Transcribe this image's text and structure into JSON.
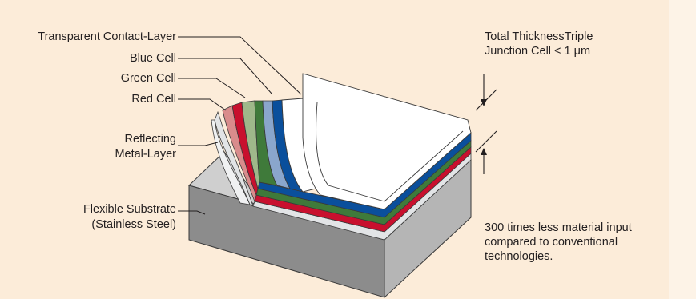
{
  "labels": {
    "transparent_contact": "Transparent Contact-Layer",
    "blue_cell": "Blue Cell",
    "green_cell": "Green Cell",
    "red_cell": "Red Cell",
    "reflecting_line1": "Reflecting",
    "reflecting_line2": "Metal-Layer",
    "substrate_line1": "Flexible Substrate",
    "substrate_line2": "(Stainless Steel)",
    "thickness_line1": "Total ThicknessTriple",
    "thickness_line2": "Junction Cell < 1 μm",
    "material_line1": "300 times less material input",
    "material_line2": "compared to conventional",
    "material_line3": "technologies."
  },
  "colors": {
    "background": "#fcecd9",
    "substrate_front": "#8c8c8c",
    "substrate_side": "#b5b5b5",
    "metal_layer": "#e2e4e6",
    "red_cell": "#c8102e",
    "green_cell": "#3f7a3a",
    "blue_cell": "#0a4f9c",
    "contact_layer": "#ffffff"
  }
}
